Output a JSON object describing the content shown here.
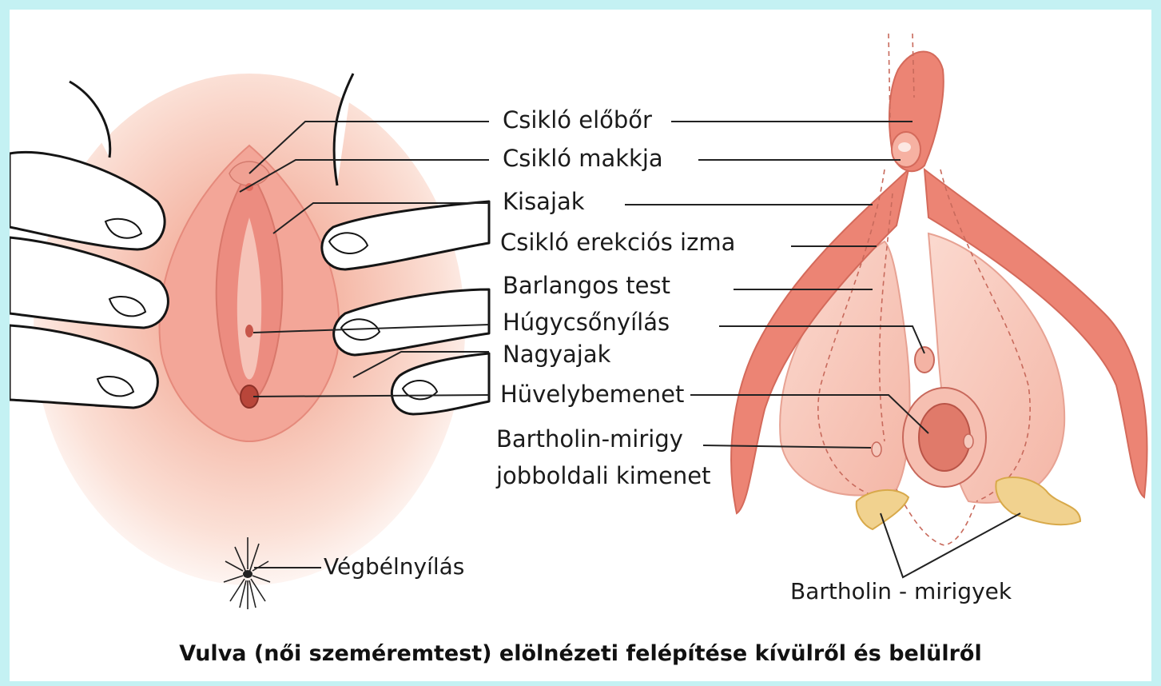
{
  "labels": {
    "clitoral_hood": "Csikló előbőr",
    "glans_clitoris": "Csikló makkja",
    "labia_minora": "Kisajak",
    "ischiocavernosus": "Csikló erekciós izma",
    "corpus_cavernosum": "Barlangos test",
    "urethral_opening": "Húgycsőnyílás",
    "labia_majora": "Nagyajak",
    "vaginal_opening": "Hüvelybemenet",
    "bartholin_duct_line1": "Bartholin-mirigy",
    "bartholin_duct_line2": "jobboldali kimenet",
    "anus": "Végbélnyílás",
    "bartholin_glands": "Bartholin - mirigyek"
  },
  "caption": "Vulva (női szeméremtest) elölnézeti felépítése kívülről és belülről",
  "colors": {
    "border": "#c4f1f3",
    "skin": "#f6c4b0",
    "tissue": "#ef8a78",
    "tissue_light": "#f8cfc4",
    "gland": "#f0d088",
    "line": "#222222"
  }
}
